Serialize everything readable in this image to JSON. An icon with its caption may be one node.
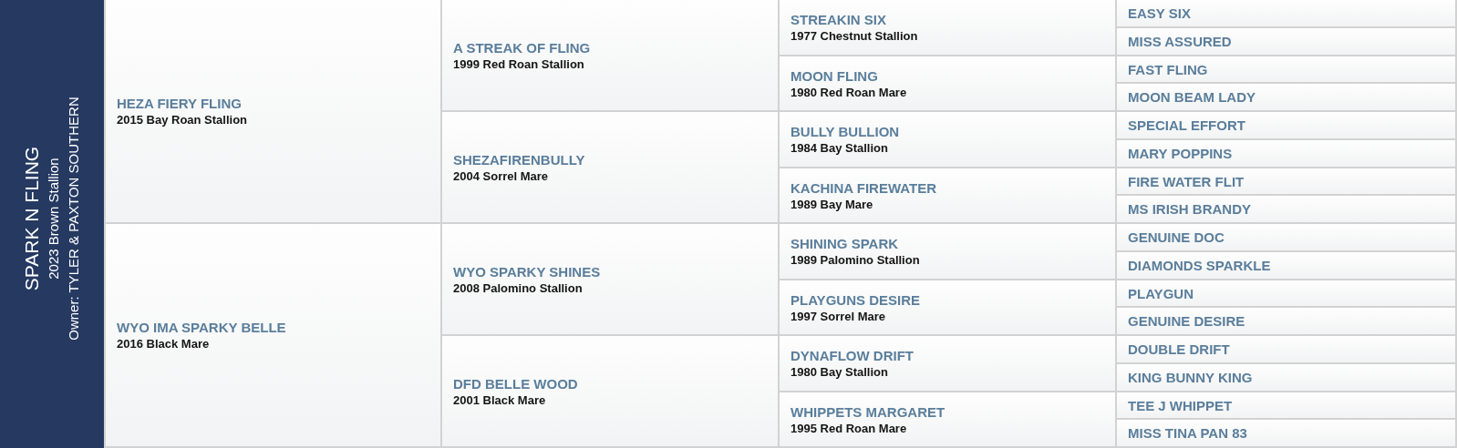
{
  "diagram": {
    "nodes": [
      {
        "text": [
          "SPARK N FLING",
          "2023 Brown Stallion",
          "Owner: TYLER & PAXTON SOUTHERN"
        ]
      },
      {
        "text": [
          "HEZA FIERY FLING",
          "2015 Bay Roan Stallion"
        ]
      },
      {
        "text": [
          "WYO IMA SPARKY BELLE",
          "2016 Black Mare"
        ]
      },
      {
        "text": [
          "A STREAK OF FLING",
          "1999 Red Roan Stallion"
        ]
      },
      {
        "text": [
          "SHEZAFIRENBULLY",
          "2004 Sorrel Mare"
        ]
      },
      {
        "text": [
          "WYO SPARKY SHINES",
          "2008 Palomino Stallion"
        ]
      },
      {
        "text": [
          "DFD BELLE WOOD",
          "2001 Black Mare"
        ]
      },
      {
        "text": [
          "STREAKIN SIX",
          "1977 Chestnut Stallion"
        ]
      },
      {
        "text": [
          "MOON FLING",
          "1980 Red Roan Mare"
        ]
      },
      {
        "text": [
          "BULLY BULLION",
          "1984 Bay Stallion"
        ]
      },
      {
        "text": [
          "KACHINA FIREWATER",
          "1989 Bay Mare"
        ]
      },
      {
        "text": [
          "SHINING SPARK",
          "1989 Palomino Stallion"
        ]
      },
      {
        "text": [
          "PLAYGUNS DESIRE",
          "1997 Sorrel Mare"
        ]
      },
      {
        "text": [
          "DYNAFLOW DRIFT",
          "1980 Bay Stallion"
        ]
      },
      {
        "text": [
          "WHIPPETS MARGARET",
          "1995 Red Roan Mare"
        ]
      },
      {
        "text": [
          "EASY SIX"
        ]
      },
      {
        "text": [
          "MISS ASSURED"
        ]
      },
      {
        "text": [
          "FAST FLING"
        ]
      },
      {
        "text": [
          "MOON BEAM LADY"
        ]
      },
      {
        "text": [
          "SPECIAL EFFORT"
        ]
      },
      {
        "text": [
          "MARY POPPINS"
        ]
      },
      {
        "text": [
          "FIRE WATER FLIT"
        ]
      },
      {
        "text": [
          "MS IRISH BRANDY"
        ]
      },
      {
        "text": [
          "GENUINE DOC"
        ]
      },
      {
        "text": [
          "DIAMONDS SPARKLE"
        ]
      },
      {
        "text": [
          "PLAYGUN"
        ]
      },
      {
        "text": [
          "GENUINE DESIRE"
        ]
      },
      {
        "text": [
          "DOUBLE DRIFT"
        ]
      },
      {
        "text": [
          "KING BUNNY KING"
        ]
      },
      {
        "text": [
          "TEE J WHIPPET"
        ]
      },
      {
        "text": [
          "MISS TINA PAN 83"
        ]
      }
    ]
  }
}
